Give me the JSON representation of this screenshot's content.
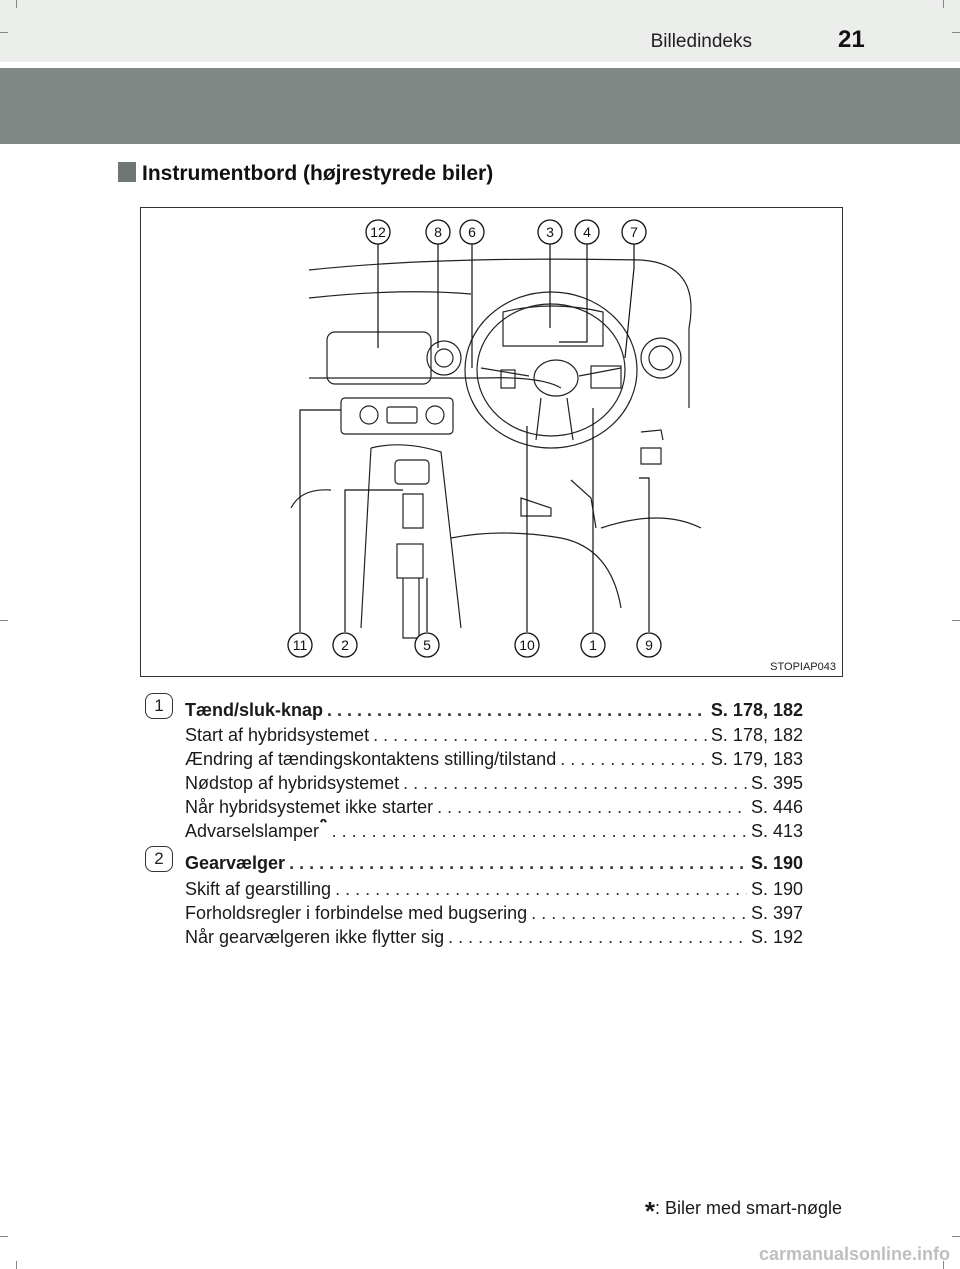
{
  "header": {
    "section": "Billedindeks",
    "page_number": "21"
  },
  "section_title": "Instrumentbord (højrestyrede biler)",
  "figure": {
    "code": "STOPIAP043",
    "top_callouts": [
      "12",
      "8",
      "6",
      "3",
      "4",
      "7"
    ],
    "bottom_callouts": [
      "11",
      "2",
      "5",
      "10",
      "1",
      "9"
    ]
  },
  "entries": [
    {
      "number": "1",
      "heading": {
        "label": "Tænd/sluk-knap",
        "ref": "S. 178, 182"
      },
      "items": [
        {
          "label": "Start af hybridsystemet",
          "ref": "S. 178, 182"
        },
        {
          "label": "Ændring af tændingskontaktens stilling/tilstand",
          "ref": "S. 179, 183"
        },
        {
          "label": "Nødstop af hybridsystemet",
          "ref": "S. 395"
        },
        {
          "label": "Når hybridsystemet ikke starter",
          "ref": "S. 446"
        },
        {
          "label": "Advarselslamper",
          "ref": "S. 413",
          "mark": "*"
        }
      ]
    },
    {
      "number": "2",
      "heading": {
        "label": "Gearvælger",
        "ref": "S. 190"
      },
      "items": [
        {
          "label": "Skift af gearstilling",
          "ref": "S. 190"
        },
        {
          "label": "Forholdsregler i forbindelse med bugsering",
          "ref": "S. 397"
        },
        {
          "label": "Når gearvælgeren ikke flytter sig",
          "ref": "S. 192"
        }
      ]
    }
  ],
  "footnote": {
    "mark": "*",
    "text": ": Biler med smart-nøgle"
  },
  "watermark": "carmanualsonline.info"
}
